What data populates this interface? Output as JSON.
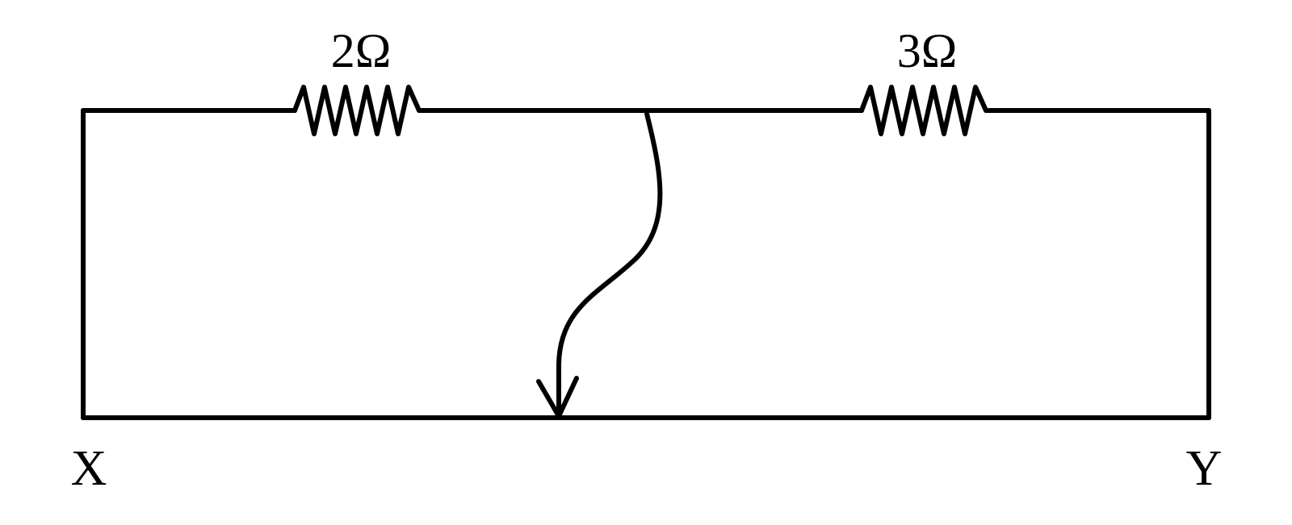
{
  "diagram": {
    "resistor_left": {
      "label": "2Ω"
    },
    "resistor_right": {
      "label": "3Ω"
    },
    "terminal_left": {
      "label": "X"
    },
    "terminal_right": {
      "label": "Y"
    },
    "colors": {
      "ink": "#000000",
      "background": "#ffffff"
    }
  }
}
